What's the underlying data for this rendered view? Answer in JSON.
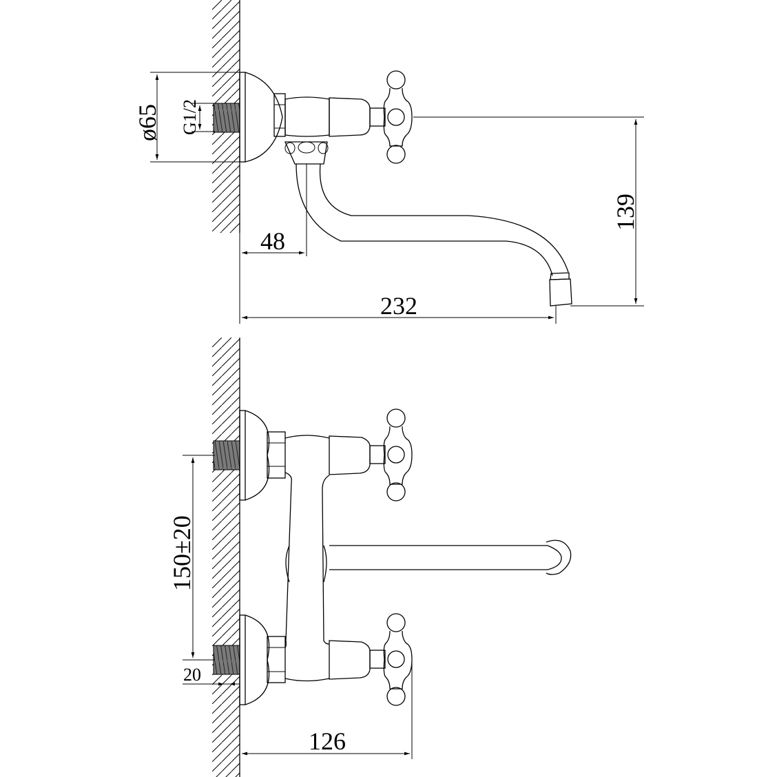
{
  "drawing": {
    "title": "Wall-mounted faucet dimension drawing",
    "background": "#ffffff",
    "line_color": "#000000",
    "thread_color": "#6a6a6a",
    "top_view": {
      "name": "side-view",
      "dimensions": {
        "flange_diameter": "ø65",
        "thread_size": "G1/2",
        "spout_clearance": "48",
        "total_reach": "232",
        "spout_height": "139"
      }
    },
    "bottom_view": {
      "name": "front-view",
      "dimensions": {
        "inlet_spacing": "150±20",
        "thread_length": "20",
        "handle_reach": "126"
      }
    }
  }
}
